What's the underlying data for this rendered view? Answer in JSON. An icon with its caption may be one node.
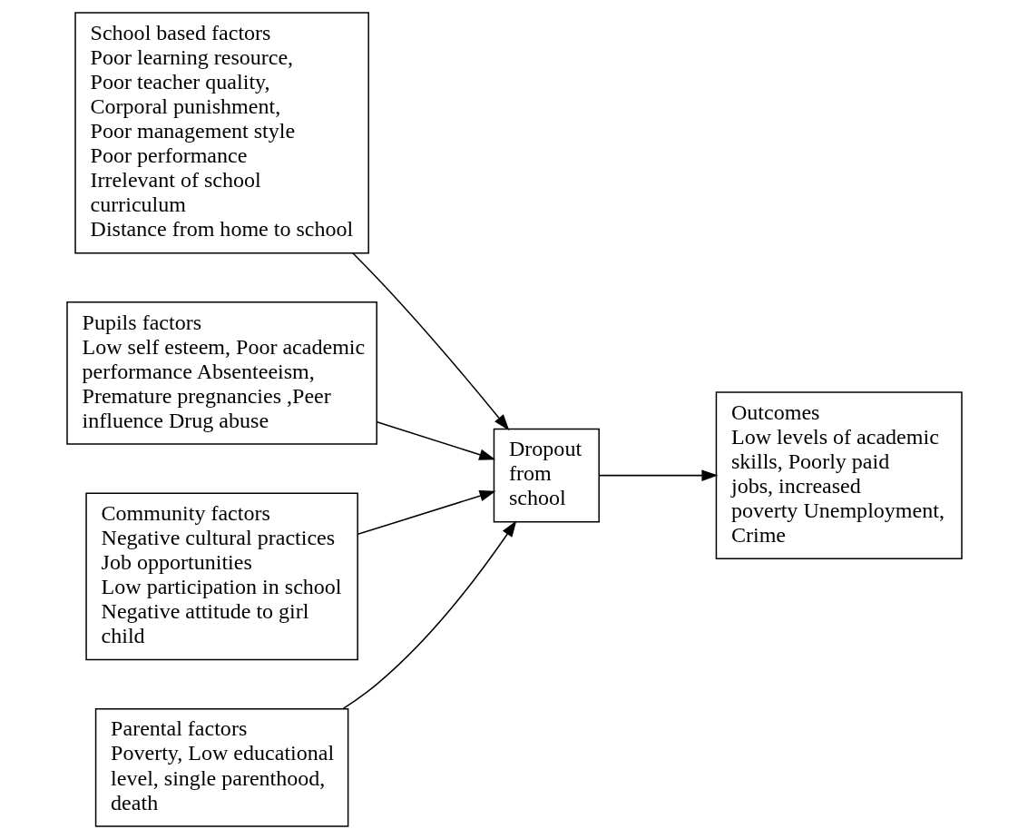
{
  "diagram": {
    "nodes": [
      {
        "text": [
          "School based factors",
          "Poor learning resource,",
          "Poor teacher quality,",
          "Corporal punishment,",
          "Poor management style",
          "Poor performance",
          "Irrelevant of school curriculum",
          "Distance from home to school"
        ]
      },
      {
        "text": [
          "Pupils factors",
          "Low self esteem, Poor academic performance Absenteeism, Premature pregnancies ,Peer influence Drug abuse"
        ]
      },
      {
        "text": [
          "Dropout from school"
        ]
      },
      {
        "text": [
          "Outcomes",
          "Low levels of academic skills, Poorly paid jobs, increased poverty Unemployment, Crime"
        ]
      },
      {
        "text": [
          "Community factors",
          "Negative cultural practices",
          "Job opportunities",
          "Low participation in school",
          "Negative attitude to girl child"
        ]
      },
      {
        "text": [
          "Parental factors",
          "Poverty, Low educational level, single parenthood, death"
        ]
      }
    ],
    "edges": [
      {
        "from": 0,
        "to": 2,
        "arrow": "to"
      },
      {
        "from": 1,
        "to": 2,
        "arrow": "to"
      },
      {
        "from": 2,
        "to": 3,
        "arrow": "to"
      },
      {
        "from": 4,
        "to": 2,
        "arrow": "to"
      },
      {
        "from": 5,
        "to": 2,
        "arrow": "to"
      }
    ]
  }
}
